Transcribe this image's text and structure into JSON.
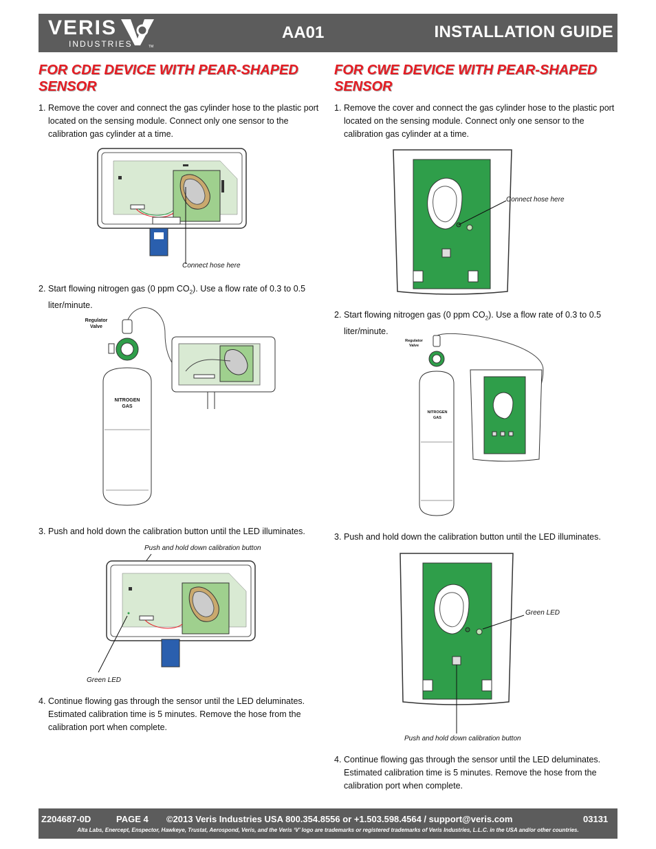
{
  "header": {
    "logo_main": "VERIS",
    "logo_sub": "INDUSTRIES",
    "logo_tm": "TM",
    "doc_code": "AA01",
    "title": "INSTALLATION GUIDE"
  },
  "left": {
    "heading_line1": "FOR CDE DEVICE WITH PEAR-SHAPED",
    "heading_line2": "SENSOR",
    "step1_num": "1.",
    "step1_text": "Remove the cover and connect the gas cylinder hose to the plastic port located on the sensing module. Connect only one sensor to the calibration gas cylinder at a time.",
    "fig1_caption": "Connect hose here",
    "step2_num": "2.",
    "step2_text_a": "Start flowing nitrogen gas (0 ppm CO",
    "step2_sub": "2",
    "step2_text_b": "). Use a flow rate of 0.3 to 0.5 liter/minute.",
    "fig2_label_regulator_1": "Regulator",
    "fig2_label_regulator_2": "Valve",
    "fig2_label_gas_1": "NITROGEN",
    "fig2_label_gas_2": "GAS",
    "step3_num": "3.",
    "step3_text": "Push and hold down the calibration button until the LED illuminates.",
    "fig3_caption_button": "Push and hold down calibration button",
    "fig3_caption_led": "Green LED",
    "step4_num": "4.",
    "step4_text": "Continue flowing gas through the sensor until the LED deluminates. Estimated calibration time is 5 minutes. Remove the hose from the calibration port when complete."
  },
  "right": {
    "heading_line1": "FOR CWE DEVICE WITH PEAR-SHAPED",
    "heading_line2": "SENSOR",
    "step1_num": "1.",
    "step1_text": "Remove the cover and connect the gas cylinder hose to the plastic port located on the sensing module. Connect only one sensor to the calibration gas cylinder at a time.",
    "fig1_caption": "Connect hose here",
    "step2_num": "2.",
    "step2_text_a": "Start flowing nitrogen gas (0 ppm CO",
    "step2_sub": "2",
    "step2_text_b": "). Use a flow rate of 0.3 to 0.5 liter/minute.",
    "fig2_label_regulator_1": "Regulator",
    "fig2_label_regulator_2": "Valve",
    "fig2_label_gas_1": "NITROGEN",
    "fig2_label_gas_2": "GAS",
    "step3_num": "3.",
    "step3_text": "Push and hold down the calibration button until the LED illuminates.",
    "fig3_caption_led": "Green LED",
    "fig3_caption_button": "Push and hold down calibration button",
    "step4_num": "4.",
    "step4_text": "Continue flowing gas through the sensor until the LED deluminates. Estimated calibration time is 5 minutes. Remove the hose from the calibration port when complete."
  },
  "footer": {
    "doc_number": "Z204687-0D",
    "page": "PAGE 4",
    "copyright": "©2013 Veris Industries   USA 800.354.8556 or +1.503.598.4564  / support@veris.com",
    "code": "03131",
    "trademark_note": "Alta Labs, Enercept, Enspector, Hawkeye, Trustat, Aerospond, Veris, and the Veris ‘V’ logo are trademarks or registered trademarks of  Veris Industries, L.L.C. in the USA and/or other countries."
  },
  "colors": {
    "header_bg": "#5c5c5c",
    "heading_red": "#e51c23",
    "pcb_green": "#2f9e4a",
    "pcb_light": "#d9ead3"
  }
}
